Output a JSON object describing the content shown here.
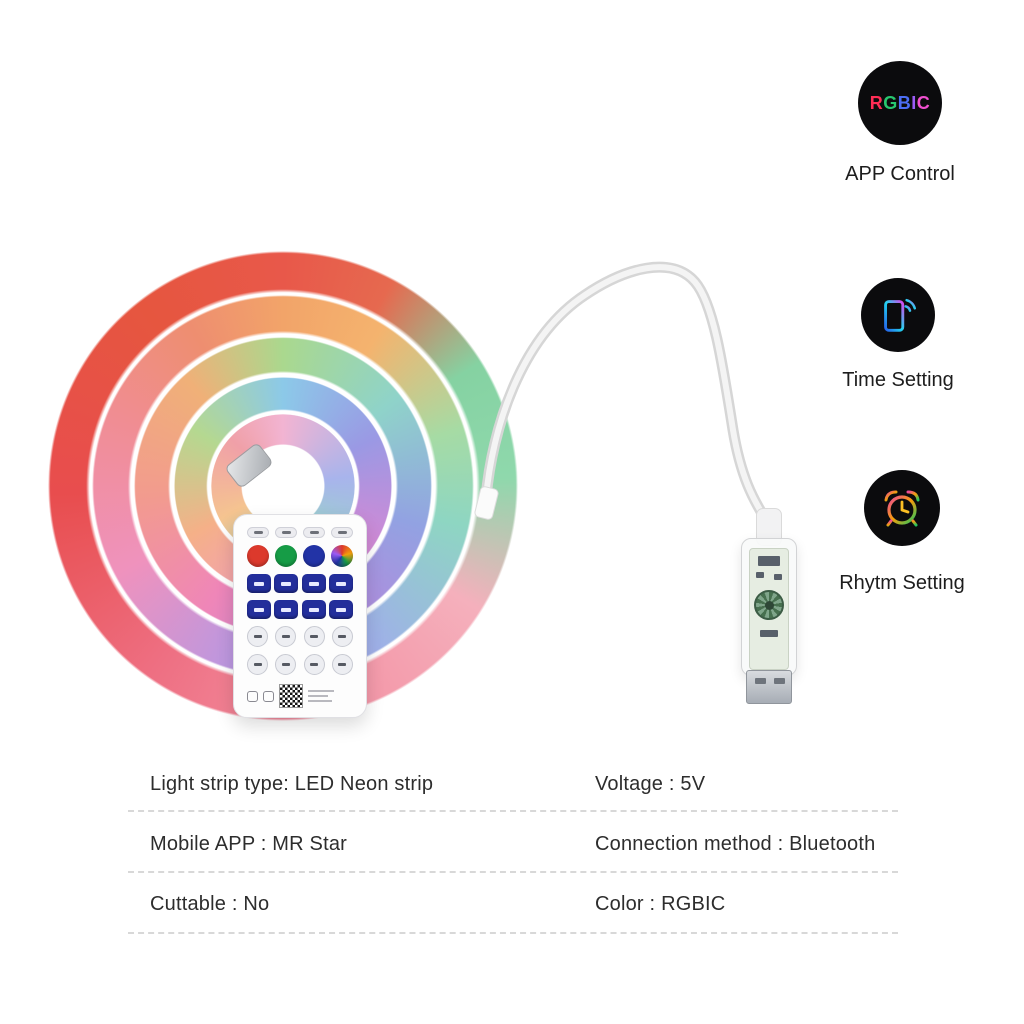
{
  "features": [
    {
      "label": "APP Control",
      "icon": "rgbic-badge-icon",
      "badge": {
        "letters": [
          {
            "ch": "R",
            "color": "#ff2d55"
          },
          {
            "ch": "G",
            "color": "#28c76f"
          },
          {
            "ch": "B",
            "color": "#4c6ef5"
          },
          {
            "ch": "I",
            "color": "#9b5cf6"
          },
          {
            "ch": "C",
            "color": "#f04fd0"
          }
        ]
      }
    },
    {
      "label": "Time Setting",
      "icon": "smartphone-icon"
    },
    {
      "label": "Rhytm Setting",
      "icon": "alarm-clock-icon"
    }
  ],
  "specs": {
    "rows": [
      {
        "left": "Light strip type: LED Neon strip",
        "right": "Voltage : 5V"
      },
      {
        "left": "Mobile APP : MR Star",
        "right": "Connection method : Bluetooth"
      },
      {
        "left": "Cuttable : No",
        "right": "Color : RGBIC"
      }
    ]
  },
  "coil": {
    "rings": [
      {
        "stops": [
          "#e8584a 0deg",
          "#e6694f 28deg",
          "#85d2a2 58deg",
          "#8fd8ac 88deg",
          "#f5b0bc 122deg",
          "#f392a4 168deg",
          "#ee6f82 215deg",
          "#e84d4e 268deg",
          "#e6563f 322deg",
          "#e8584a 360deg"
        ]
      },
      {
        "stops": [
          "#f2a469 0deg",
          "#f4b36e 32deg",
          "#a6dba4 72deg",
          "#8ed6c2 102deg",
          "#9fb0e8 150deg",
          "#bb97e0 196deg",
          "#ef92bd 242deg",
          "#f08d93 292deg",
          "#ee8e70 330deg",
          "#f2a469 360deg"
        ]
      },
      {
        "stops": [
          "#aad88e 0deg",
          "#8fd3c9 52deg",
          "#92a2e2 106deg",
          "#b688dc 160deg",
          "#ef86b8 212deg",
          "#f29b8e 266deg",
          "#f0b078 318deg",
          "#aad88e 360deg"
        ]
      },
      {
        "stops": [
          "#8cc9e8 0deg",
          "#9a99e4 62deg",
          "#cf8ad6 122deg",
          "#f09cc0 182deg",
          "#f5b088 242deg",
          "#b5d890 302deg",
          "#8cc9e8 360deg"
        ]
      },
      {
        "stops": [
          "#f2b4d2 0deg",
          "#a8b4ec 82deg",
          "#98d8c4 162deg",
          "#f5c490 242deg",
          "#f0a0a8 312deg",
          "#f2b4d2 360deg"
        ]
      }
    ]
  },
  "remote": {
    "color_buttons": [
      "#dc392c",
      "#169c46",
      "#2233a6"
    ],
    "rainbow_button_bg": "conic-gradient(#dc392c,#f59e0b,#169c46,#2233a6,#9b5cf6,#dc392c)"
  }
}
